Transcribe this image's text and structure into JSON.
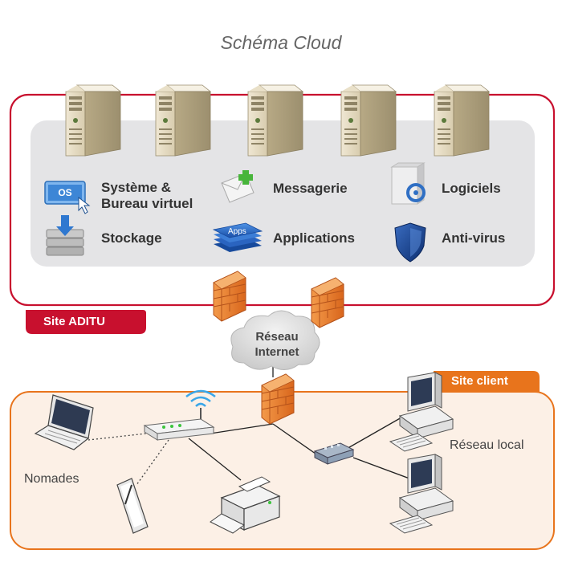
{
  "title": "Schéma Cloud",
  "services": {
    "systeme_line1": "Système &",
    "systeme_line2": "Bureau virtuel",
    "os_badge": "OS",
    "messagerie": "Messagerie",
    "logiciels": "Logiciels",
    "stockage": "Stockage",
    "applications": "Applications",
    "apps_badge": "Apps",
    "antivirus": "Anti-virus"
  },
  "network": {
    "line1": "Réseau",
    "line2": "Internet"
  },
  "sites": {
    "aditu": "Site ADITU",
    "client": "Site client"
  },
  "labels": {
    "nomades": "Nomades",
    "reseau_local": "Réseau local"
  },
  "colors": {
    "aditu_red": "#c8102e",
    "client_orange": "#e8741c",
    "panel_gray": "#e4e4e6",
    "firewall_orange": "#e8782a"
  },
  "icons": [
    "server-icon",
    "os-desktop-icon",
    "mail-icon",
    "software-box-icon",
    "storage-icon",
    "apps-stack-icon",
    "shield-icon",
    "firewall-icon",
    "cloud-icon",
    "router-icon",
    "laptop-icon",
    "tablet-icon",
    "printer-icon",
    "switch-icon",
    "desktop-computer-icon"
  ]
}
